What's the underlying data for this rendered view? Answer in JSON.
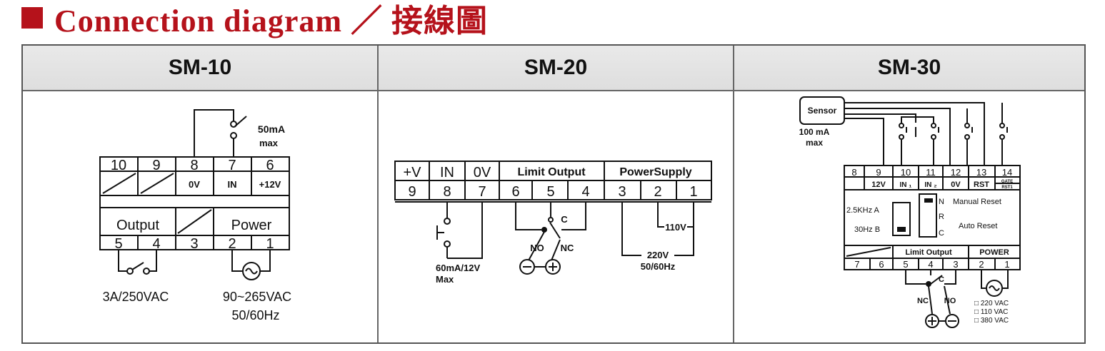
{
  "title": "Connection diagram ／ 接線圖",
  "brand_color": "#b5121b",
  "models": {
    "sm10": {
      "name": "SM-10",
      "terminals_top": [
        "10",
        "9",
        "8",
        "7",
        "6"
      ],
      "labels_top": [
        "0V",
        "IN",
        "+12V"
      ],
      "group_output": "Output",
      "group_power": "Power",
      "terminals_bottom": [
        "5",
        "4",
        "3",
        "2",
        "1"
      ],
      "switch_rating": "50mA",
      "switch_rating_2": "max",
      "relay_rating": "3A/250VAC",
      "power_rating": "90~265VAC",
      "power_rating_2": "50/60Hz"
    },
    "sm20": {
      "name": "SM-20",
      "header_cells": [
        "+V",
        "IN",
        "0V",
        "Limit Output",
        "PowerSupply"
      ],
      "terminals": [
        "9",
        "8",
        "7",
        "6",
        "5",
        "4",
        "3",
        "2",
        "1"
      ],
      "contact_c": "C",
      "contact_no": "NO",
      "contact_nc": "NC",
      "minus": "⊖",
      "plus": "⊕",
      "input_rating": "60mA/12V",
      "input_rating_2": "Max",
      "volt_110": "110V",
      "volt_220": "220V",
      "freq": "50/60Hz"
    },
    "sm30": {
      "name": "SM-30",
      "sensor": "Sensor",
      "sensor_rating": "100 mA",
      "sensor_rating_2": "max",
      "terminals_top": [
        "8",
        "9",
        "10",
        "11",
        "12",
        "13",
        "14"
      ],
      "labels_top": [
        "12V",
        "IN ₁",
        "IN ₂",
        "0V",
        "RST",
        "GATE",
        "RST1"
      ],
      "freq_a": "2.5KHz  A",
      "freq_b": "30Hz  B",
      "sw_n": "N",
      "sw_r": "R",
      "sw_c": "C",
      "manual_reset": "Manual Reset",
      "auto_reset": "Auto Reset",
      "limit_output": "Limit Output",
      "power": "POWER",
      "terminals_bottom": [
        "7",
        "6",
        "5",
        "4",
        "3",
        "2",
        "1"
      ],
      "contact_c": "C",
      "contact_nc": "NC",
      "contact_no": "NO",
      "plus": "⊕",
      "minus": "⊖",
      "volt_options": [
        "□ 220 VAC",
        "□ 110 VAC",
        "□ 380 VAC"
      ]
    }
  }
}
